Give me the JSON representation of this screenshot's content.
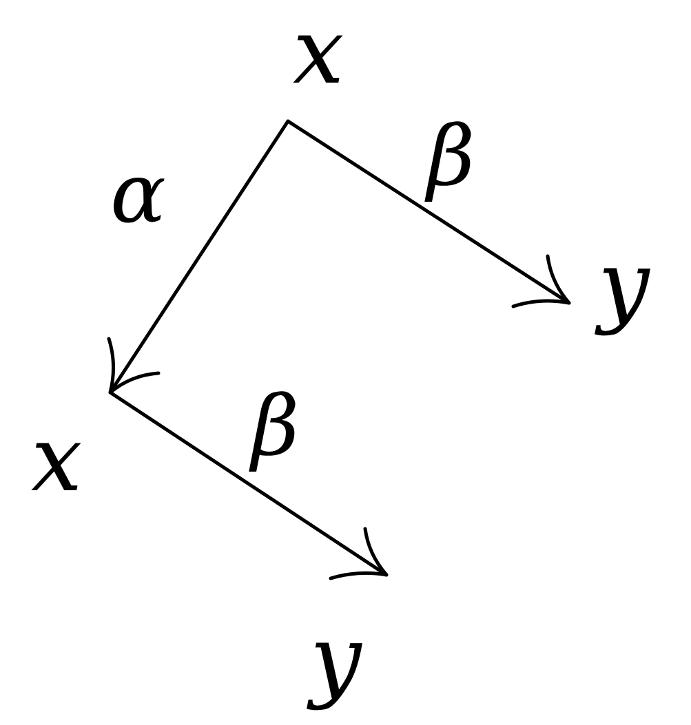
{
  "diagram": {
    "nodes": {
      "top_x": "x",
      "left_x": "x",
      "right_y": "y",
      "bottom_y": "y"
    },
    "edges": {
      "top_to_left": "α",
      "top_to_right": "β",
      "left_to_bottom": "β"
    },
    "edge_list": [
      {
        "from": "x",
        "to": "x",
        "label": "α"
      },
      {
        "from": "x",
        "to": "y",
        "label": "β"
      },
      {
        "from": "x",
        "to": "y",
        "label": "β"
      }
    ]
  }
}
